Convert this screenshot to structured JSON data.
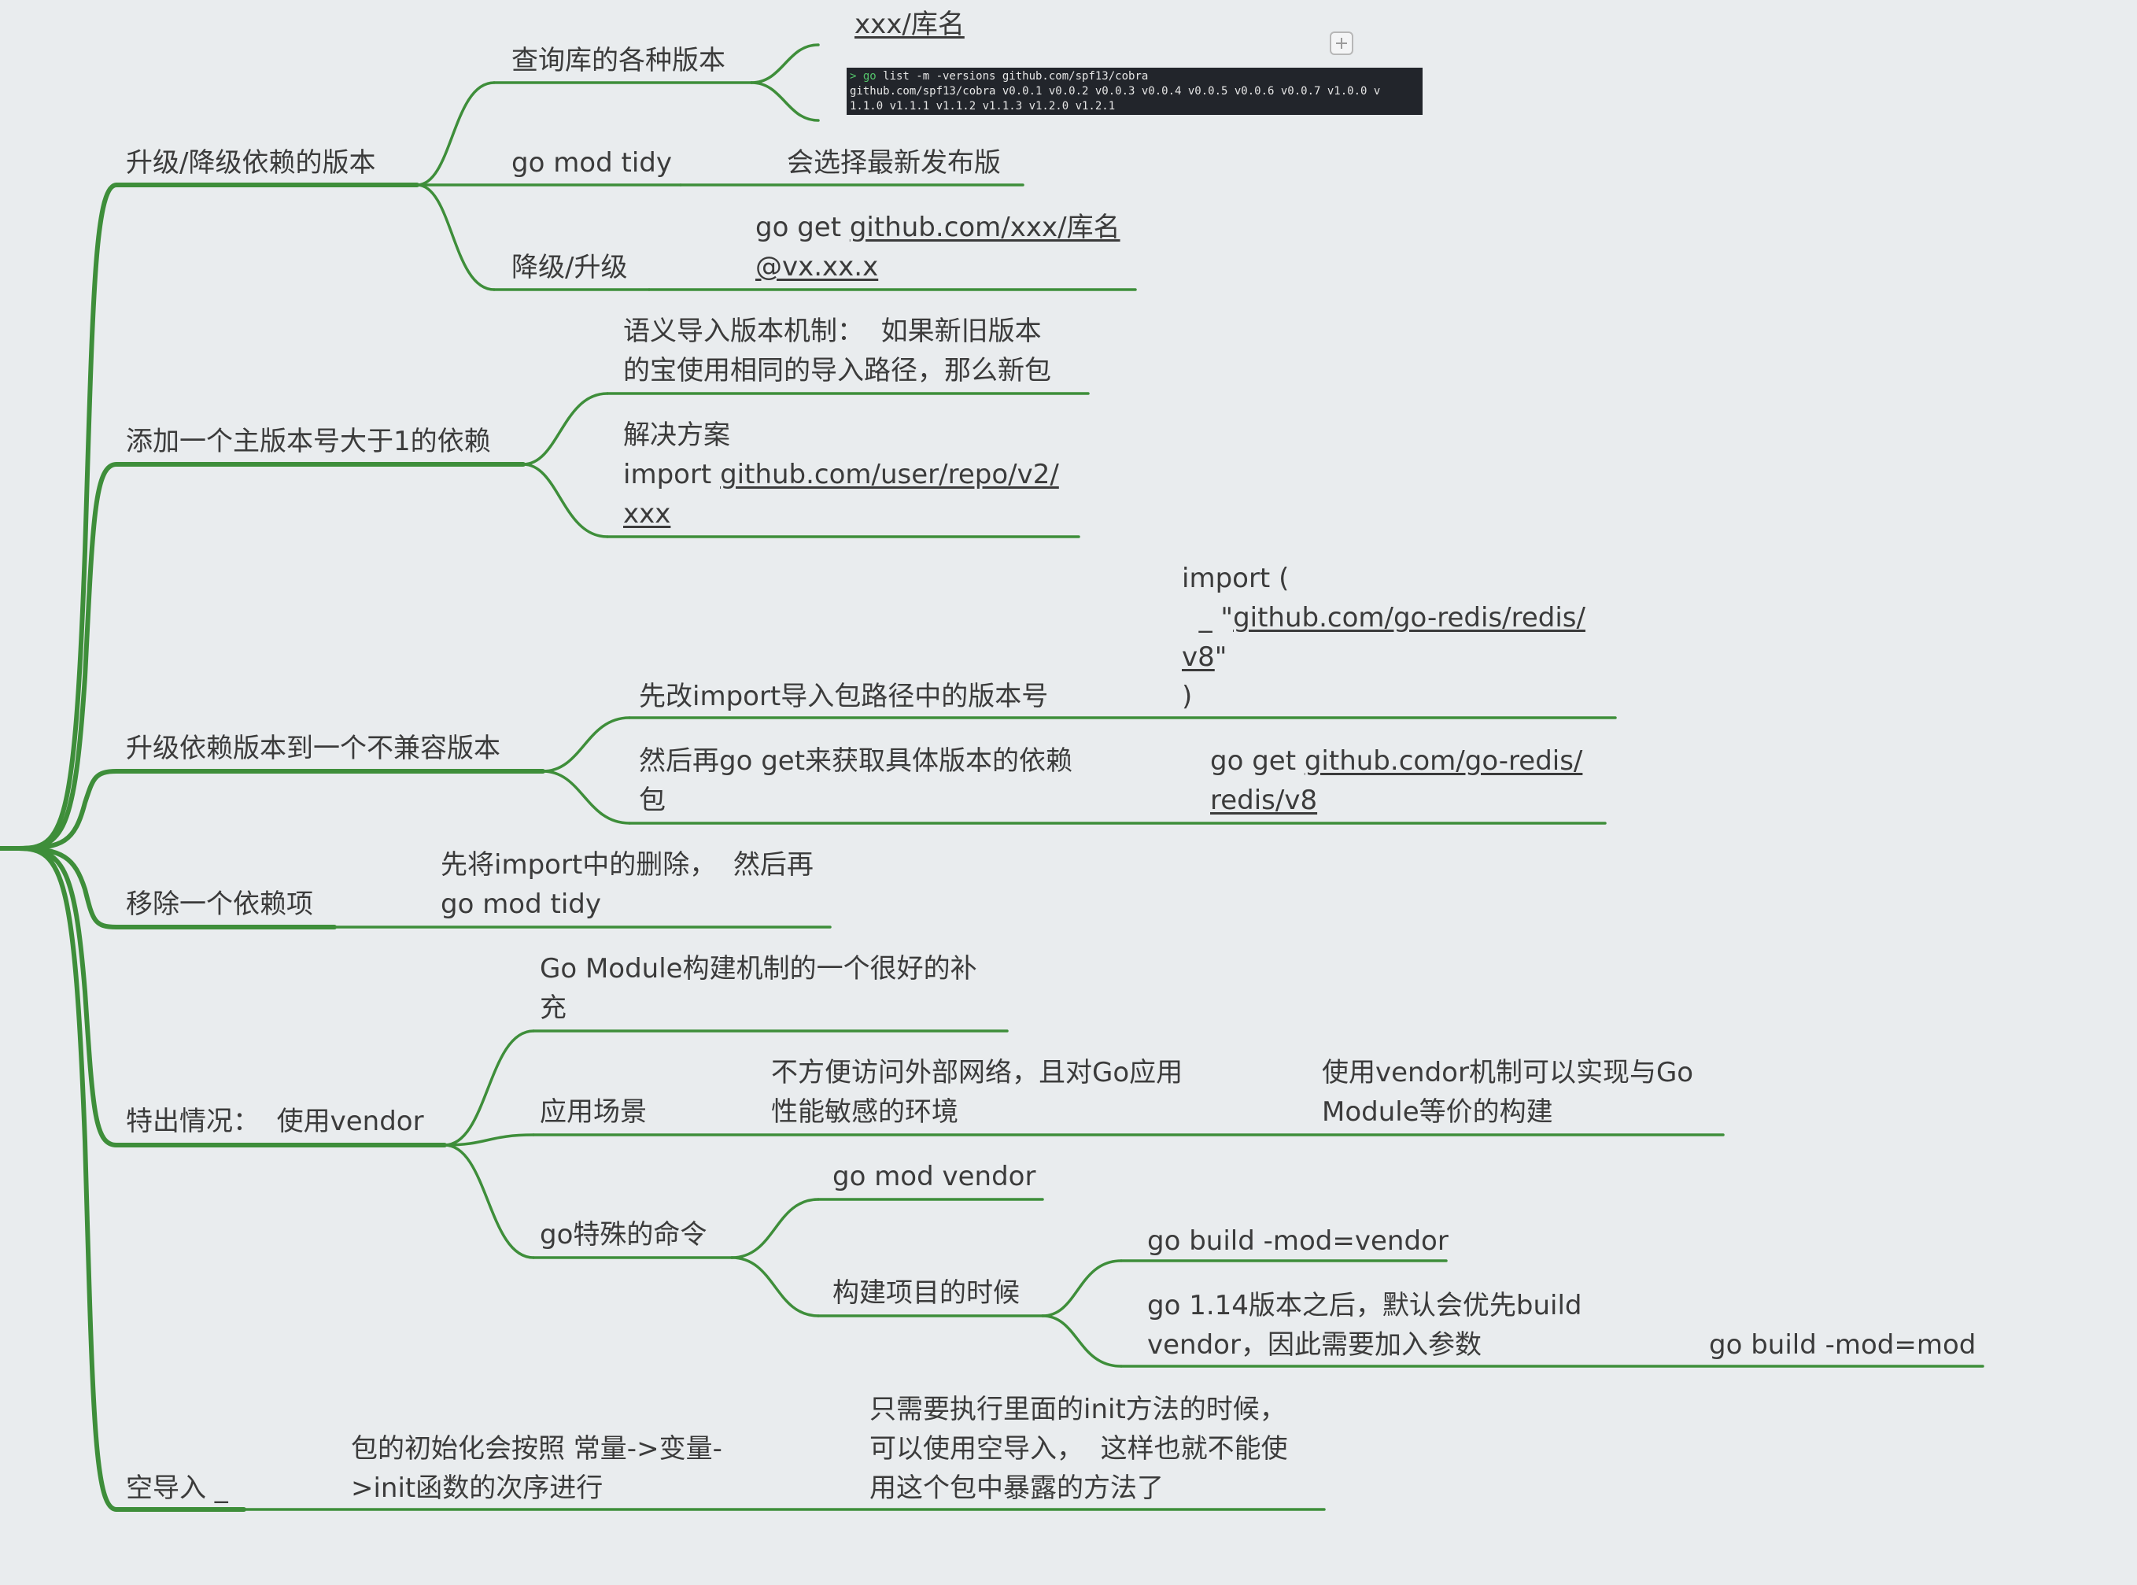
{
  "root": {
    "label": ""
  },
  "nodes": {
    "upgrade": {
      "label": "升级/降级依赖的版本",
      "query": {
        "label": "查询库的各种版本",
        "repo": "xxx/库名",
        "terminal": {
          "prompt": "> go",
          "command": " list -m -versions github.com/spf13/cobra",
          "line2": "github.com/spf13/cobra v0.0.1 v0.0.2 v0.0.3 v0.0.4 v0.0.5 v0.0.6 v0.0.7 v1.0.0 v",
          "line3": "1.1.0 v1.1.1 v1.1.2 v1.1.3 v1.2.0 v1.2.1"
        }
      },
      "tidy": {
        "label": "go mod tidy",
        "note": "会选择最新发布版"
      },
      "downup": {
        "label": "降级/升级",
        "cmd_prefix": "go get ",
        "cmd_link": "github.com/xxx/库名",
        "cmd_line2": "@vx.xx.x"
      }
    },
    "major": {
      "label": "添加一个主版本号大于1的依赖",
      "semantic_l1": "语义导入版本机制：  如果新旧版本",
      "semantic_l2": "的宝使用相同的导入路径，那么新包",
      "solution_l1": "解决方案",
      "solution_l2_prefix": "import ",
      "solution_l2_link": "github.com/user/repo/v2/",
      "solution_l3": "xxx"
    },
    "incompat": {
      "label": "升级依赖版本到一个不兼容版本",
      "step1": "先改import导入包路径中的版本号",
      "import_l1": "import (",
      "import_l2_prefix": "  _ \"",
      "import_l2_link": "github.com/go-redis/redis/",
      "import_l3_link": "v8",
      "import_l3_suffix": "\"",
      "import_l4": ")",
      "step2_l1": "然后再go get来获取具体版本的依赖",
      "step2_l2": "包",
      "get_prefix": "go get ",
      "get_link": "github.com/go-redis/",
      "get_line2": "redis/v8"
    },
    "remove": {
      "label": "移除一个依赖项",
      "note_l1": "先将import中的删除，  然后再",
      "note_l2": "go mod tidy"
    },
    "vendor": {
      "label": "特出情况：  使用vendor",
      "supplement_l1": "Go Module构建机制的一个很好的补",
      "supplement_l2": "充",
      "scene": {
        "label": "应用场景",
        "env_l1": "不方便访问外部网络，且对Go应用",
        "env_l2": "性能敏感的环境",
        "equiv_l1": "使用vendor机制可以实现与Go",
        "equiv_l2": "Module等价的构建"
      },
      "cmds": {
        "label": "go特殊的命令",
        "vendor_cmd": "go mod vendor",
        "build": {
          "label": "构建项目的时候",
          "mod_vendor": "go build -mod=vendor",
          "note_l1": "go 1.14版本之后，默认会优先build",
          "note_l2": "vendor，因此需要加入参数",
          "mod_mod": "go build -mod=mod"
        }
      }
    },
    "blank": {
      "label": "空导入 _",
      "init_l1": "包的初始化会按照 常量->变量-",
      "init_l2": ">init函数的次序进行",
      "usage_l1": "只需要执行里面的init方法的时候，",
      "usage_l2": "可以使用空导入，  这样也就不能使",
      "usage_l3": "用这个包中暴露的方法了"
    }
  },
  "colors": {
    "branch": "#3e8e3a",
    "background": "#e9ecee",
    "text": "#3b3b3b"
  }
}
